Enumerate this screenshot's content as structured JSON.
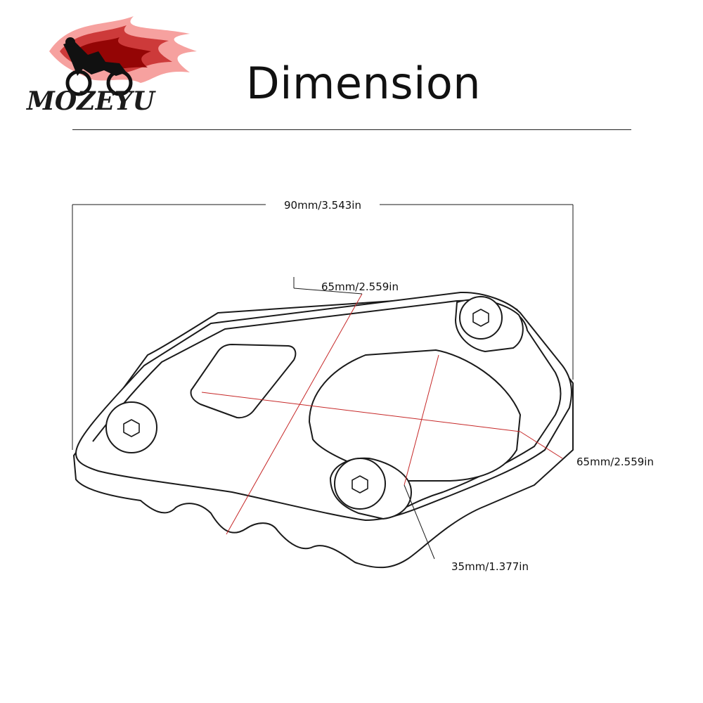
{
  "brand": {
    "name": "MOZEYU"
  },
  "page": {
    "title": "Dimension"
  },
  "dimensions": {
    "overall_width": "90mm/3.543in",
    "diagonal_a": "65mm/2.559in",
    "diagonal_b": "65mm/2.559in",
    "hole_width": "35mm/1.377in"
  },
  "colors": {
    "dimension_line": "#c62828",
    "outline": "#1a1a1a",
    "flame_dark": "#b71c1c",
    "flame_light": "#ef5350"
  },
  "icons": [
    "motocross-rider-logo",
    "hex-socket-bolt-icon"
  ]
}
